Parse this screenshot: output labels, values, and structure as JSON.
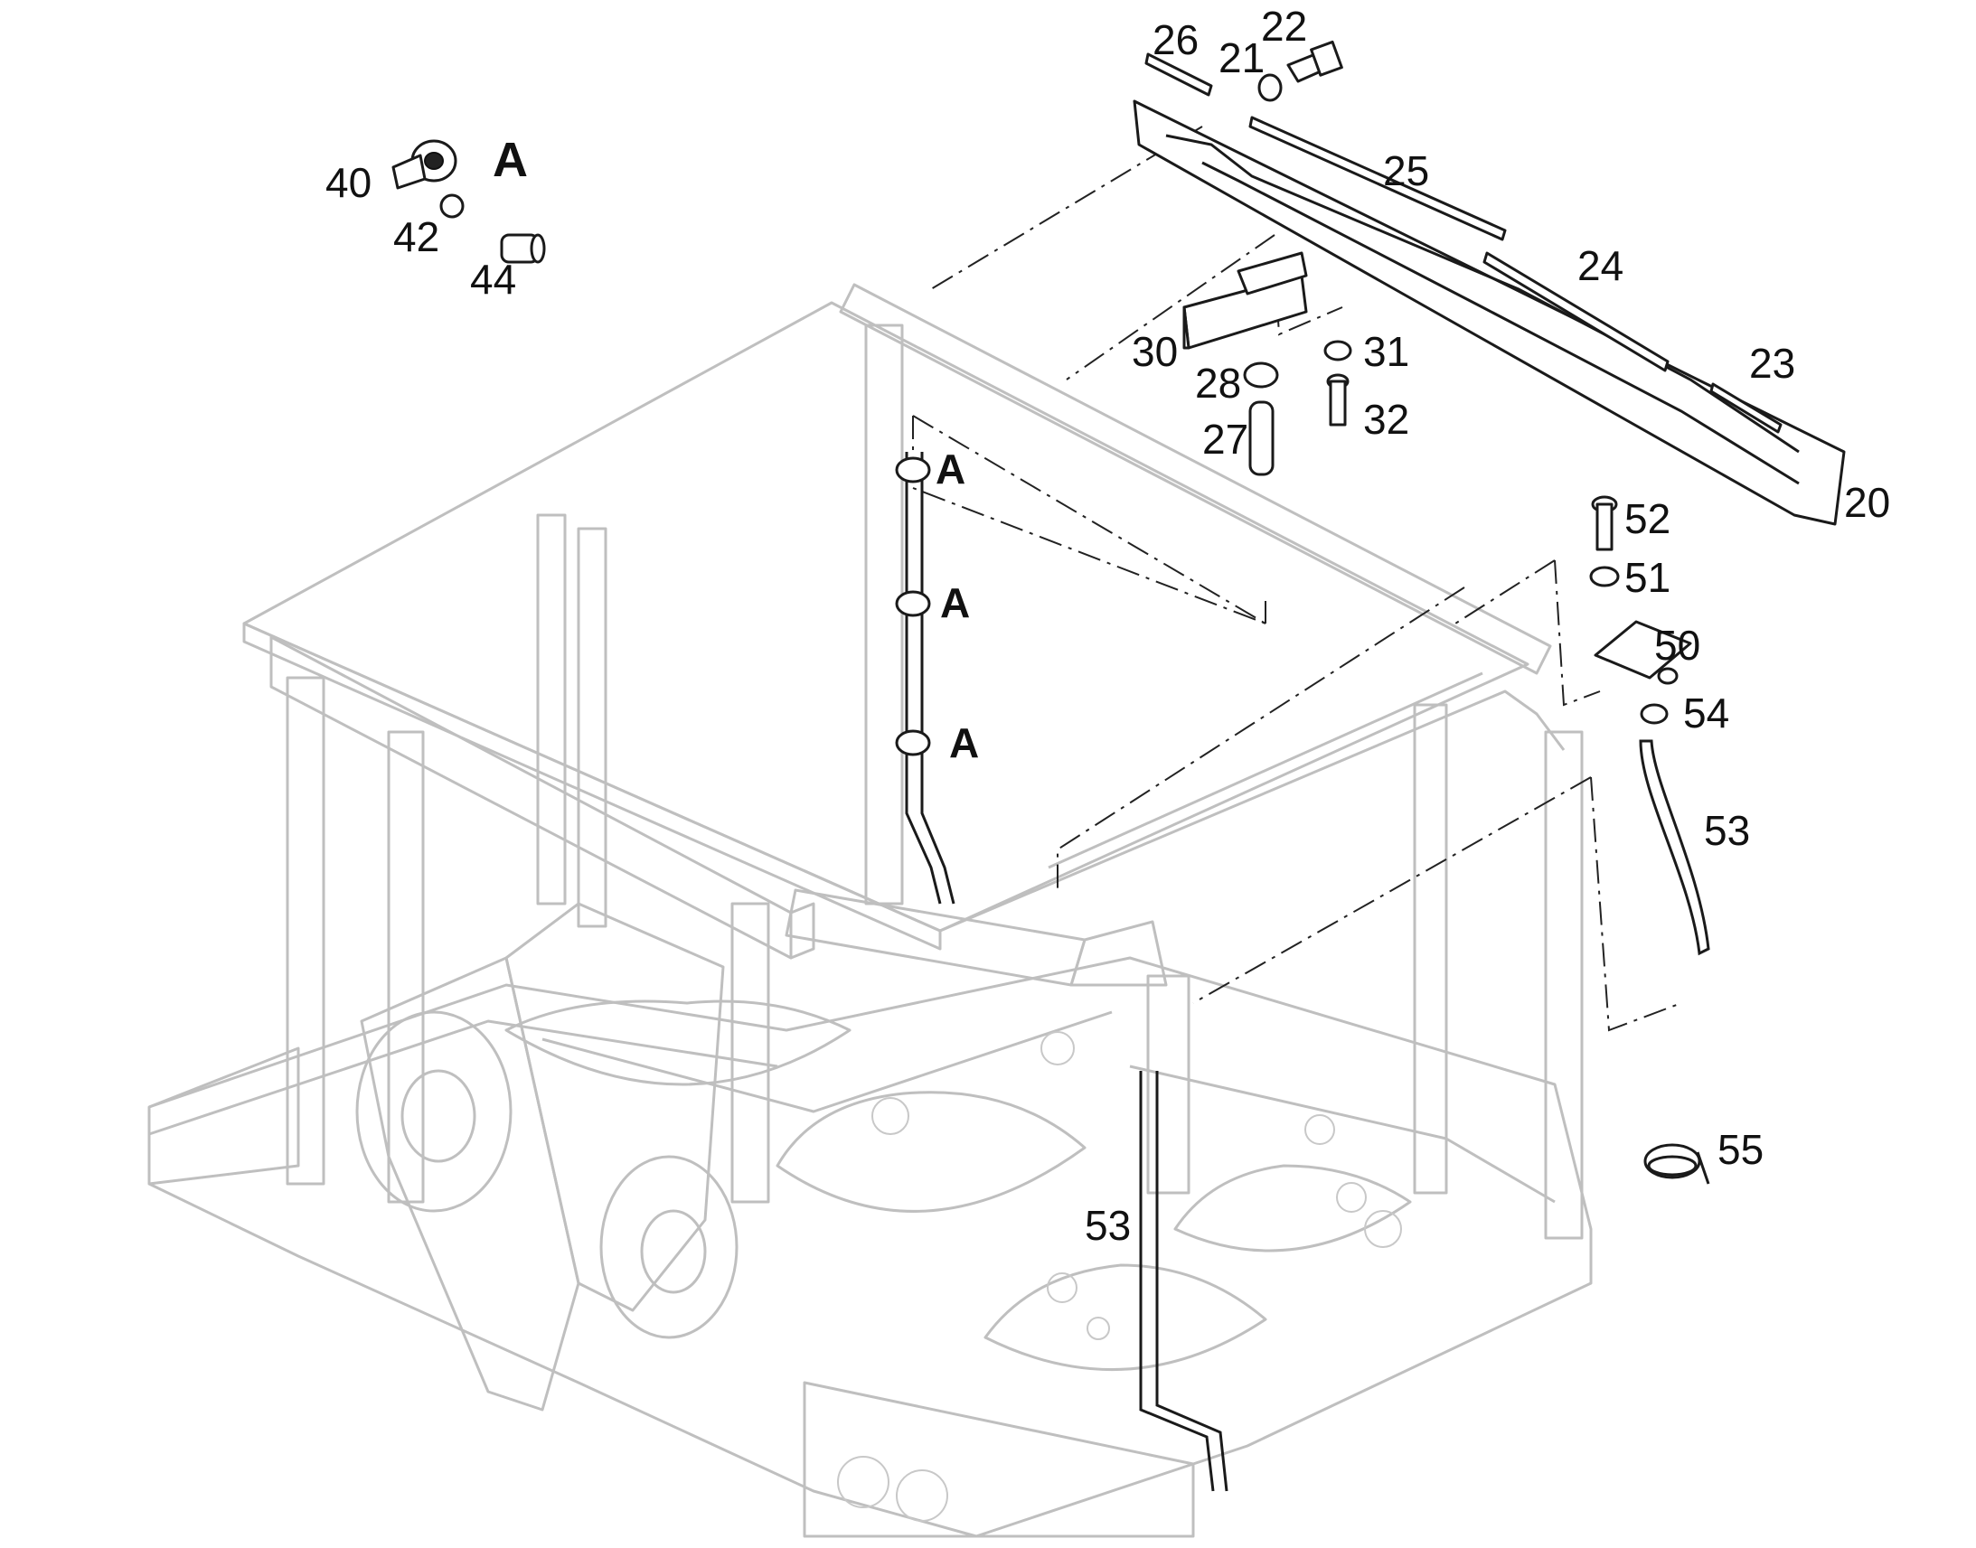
{
  "callouts": {
    "n20": "20",
    "n21": "21",
    "n22": "22",
    "n23": "23",
    "n24": "24",
    "n25": "25",
    "n26": "26",
    "n27": "27",
    "n28": "28",
    "n30": "30",
    "n31": "31",
    "n32": "32",
    "n40": "40",
    "n42": "42",
    "n44": "44",
    "n50": "50",
    "n51": "51",
    "n52": "52",
    "n53_right": "53",
    "n53_left": "53",
    "n54": "54",
    "n55": "55"
  },
  "detail": {
    "heading": "A",
    "marker_1": "A",
    "marker_2": "A",
    "marker_3": "A"
  }
}
